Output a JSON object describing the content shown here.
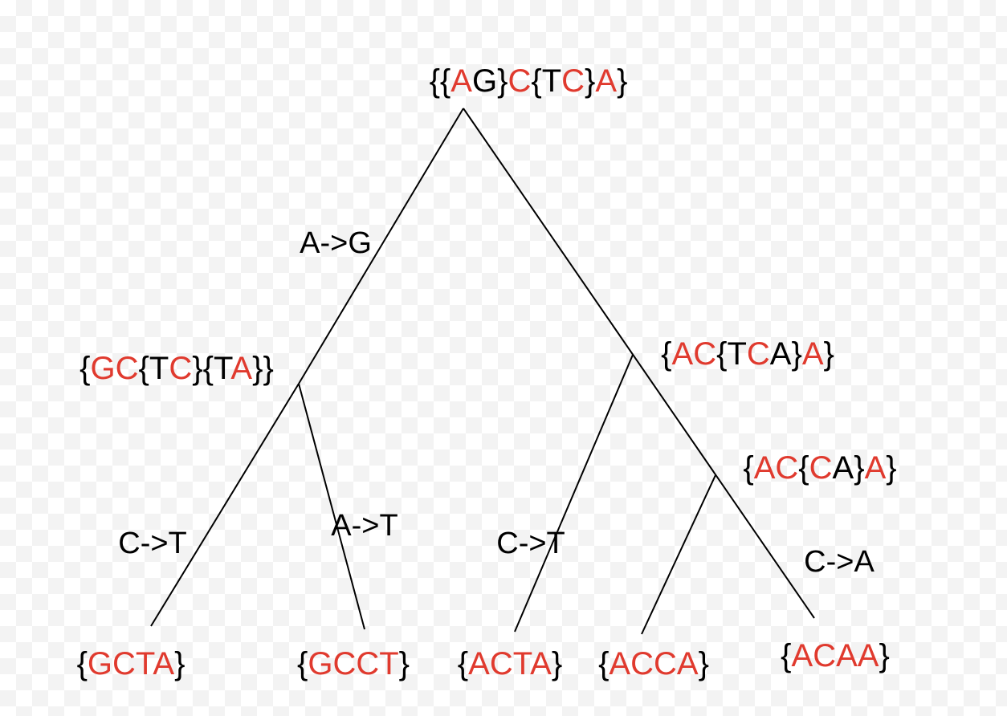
{
  "colors": {
    "highlight": "#e03a2e",
    "text": "#000000",
    "line": "#000000"
  },
  "nodes": [
    {
      "id": "root",
      "tokens": [
        [
          "{",
          "k"
        ],
        [
          "{",
          "k"
        ],
        [
          "A",
          "r"
        ],
        [
          "G",
          "k"
        ],
        [
          "}",
          "k"
        ],
        [
          "C",
          "r"
        ],
        [
          "{",
          "k"
        ],
        [
          "T",
          "k"
        ],
        [
          "C",
          "r"
        ],
        [
          "}",
          "k"
        ],
        [
          "A",
          "r"
        ],
        [
          "}",
          "k"
        ]
      ]
    },
    {
      "id": "left",
      "tokens": [
        [
          "{",
          "k"
        ],
        [
          "G",
          "r"
        ],
        [
          "C",
          "r"
        ],
        [
          "{",
          "k"
        ],
        [
          "T",
          "k"
        ],
        [
          "C",
          "r"
        ],
        [
          "}",
          "k"
        ],
        [
          "{",
          "k"
        ],
        [
          "T",
          "k"
        ],
        [
          "A",
          "r"
        ],
        [
          "}",
          "k"
        ],
        [
          "}",
          "k"
        ]
      ]
    },
    {
      "id": "right",
      "tokens": [
        [
          "{",
          "k"
        ],
        [
          "A",
          "r"
        ],
        [
          "C",
          "r"
        ],
        [
          "{",
          "k"
        ],
        [
          "T",
          "k"
        ],
        [
          "C",
          "r"
        ],
        [
          "A",
          "k"
        ],
        [
          "}",
          "k"
        ],
        [
          "A",
          "r"
        ],
        [
          "}",
          "k"
        ]
      ]
    },
    {
      "id": "right-inner",
      "tokens": [
        [
          "{",
          "k"
        ],
        [
          "A",
          "r"
        ],
        [
          "C",
          "r"
        ],
        [
          "{",
          "k"
        ],
        [
          "C",
          "r"
        ],
        [
          "A",
          "k"
        ],
        [
          "}",
          "k"
        ],
        [
          "A",
          "r"
        ],
        [
          "}",
          "k"
        ]
      ]
    },
    {
      "id": "leaf-1",
      "tokens": [
        [
          "{",
          "k"
        ],
        [
          "GCTA",
          "r"
        ],
        [
          "}",
          "k"
        ]
      ]
    },
    {
      "id": "leaf-2",
      "tokens": [
        [
          "{",
          "k"
        ],
        [
          "GCCT",
          "r"
        ],
        [
          "}",
          "k"
        ]
      ]
    },
    {
      "id": "leaf-3",
      "tokens": [
        [
          "{",
          "k"
        ],
        [
          "ACTA",
          "r"
        ],
        [
          "}",
          "k"
        ]
      ]
    },
    {
      "id": "leaf-4",
      "tokens": [
        [
          "{",
          "k"
        ],
        [
          "ACCA",
          "r"
        ],
        [
          "}",
          "k"
        ]
      ]
    },
    {
      "id": "leaf-5",
      "tokens": [
        [
          "{",
          "k"
        ],
        [
          "ACAA",
          "r"
        ],
        [
          "}",
          "k"
        ]
      ]
    }
  ],
  "edge_labels": {
    "root_left": "A->G",
    "left_leaf1": "C->T",
    "left_leaf2": "A->T",
    "right_leaf3": "C->T",
    "inner_leaf5": "C->A"
  }
}
